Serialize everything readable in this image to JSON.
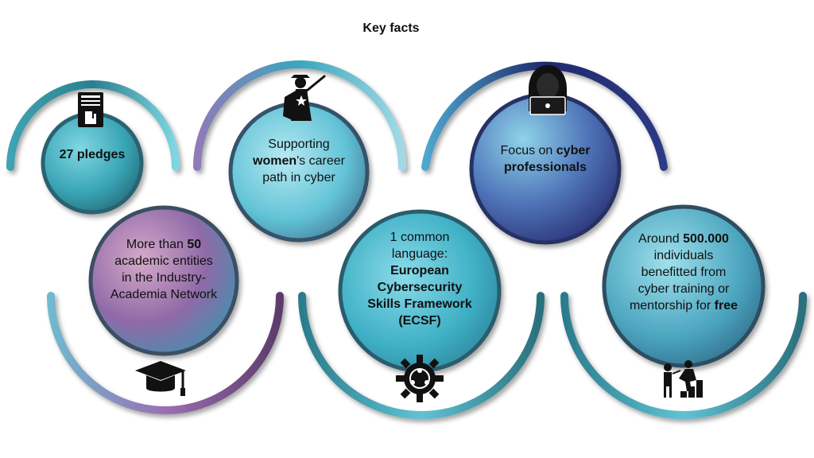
{
  "title": "Key facts",
  "facts": [
    {
      "id": "pledges",
      "prefix": "",
      "bold": "27 pledges",
      "suffix": "",
      "icon": "document-hand-icon"
    },
    {
      "id": "women",
      "prefix": "Supporting ",
      "bold": "women",
      "suffix": "'s career path in cyber",
      "icon": "superhero-woman-icon"
    },
    {
      "id": "professionals",
      "prefix": "Focus on ",
      "bold": "cyber professionals",
      "suffix": "",
      "icon": "hacker-laptop-icon"
    },
    {
      "id": "academia",
      "prefix": "More than ",
      "bold": "50",
      "suffix": " academic entities in the Industry-Academia Network",
      "icon": "graduation-cap-icon"
    },
    {
      "id": "ecsf",
      "prefix": "1 common language: ",
      "bold": "European Cybersecurity Skills Framework (ECSF)",
      "suffix": "",
      "icon": "network-gear-icon"
    },
    {
      "id": "individuals",
      "prefix": "Around ",
      "bold": "500.000",
      "suffix": " individuals benefitted from cyber training or mentorship for ",
      "bold2": "free",
      "icon": "mentorship-growth-icon"
    }
  ],
  "colors": {
    "teal_dark": "#2a7f8c",
    "teal_light": "#4fc6d6",
    "navy": "#1f2a6b",
    "purple": "#9a6fb0",
    "text": "#111111"
  }
}
